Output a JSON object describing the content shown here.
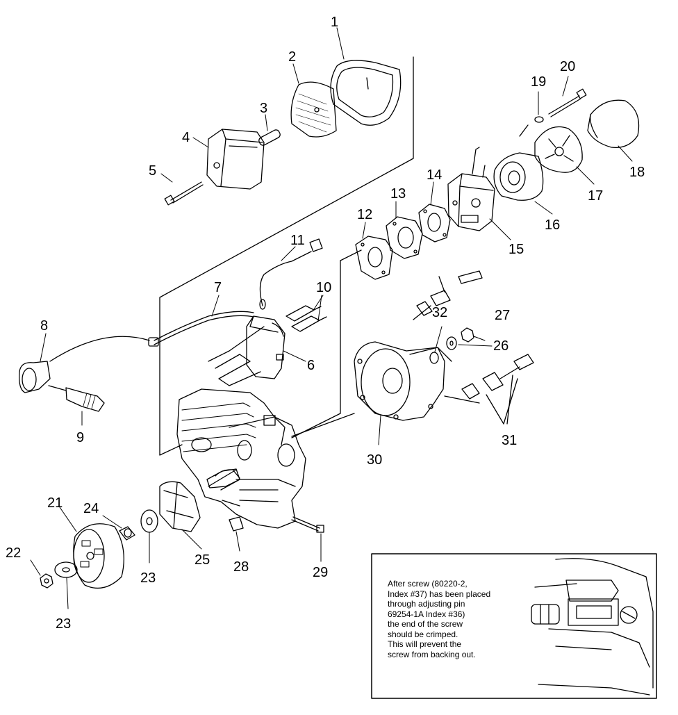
{
  "diagram": {
    "part_numbers": [
      "1",
      "2",
      "3",
      "4",
      "5",
      "6",
      "7",
      "8",
      "9",
      "10",
      "11",
      "12",
      "13",
      "14",
      "15",
      "16",
      "17",
      "18",
      "19",
      "20",
      "21",
      "22",
      "23",
      "23",
      "24",
      "25",
      "26",
      "27",
      "28",
      "29",
      "30",
      "31",
      "32"
    ],
    "note_lines": [
      "After screw (80220-2,",
      "Index #37) has been placed",
      "through adjusting pin",
      "69254-1A Index #36)",
      "the end of the screw",
      "should be crimped.",
      "This will prevent the",
      "screw from backing out."
    ]
  }
}
